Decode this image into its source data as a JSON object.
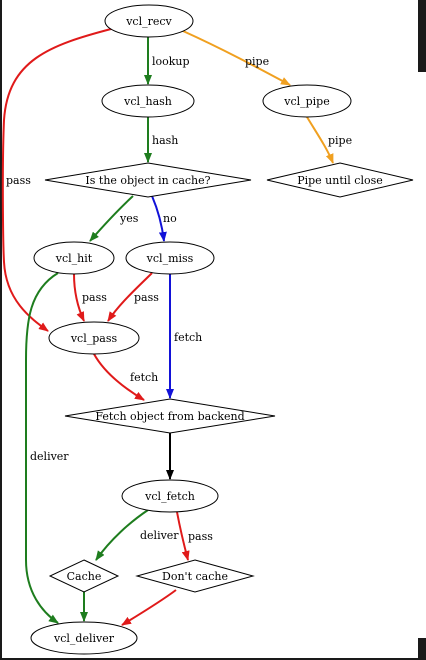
{
  "colors": {
    "green": "#1e7d1e",
    "red": "#e01a1a",
    "orange": "#f0a020",
    "blue": "#1212d8",
    "black": "#000000"
  },
  "nodes": [
    {
      "id": "vcl_recv",
      "label": "vcl_recv",
      "shape": "ellipse"
    },
    {
      "id": "vcl_hash",
      "label": "vcl_hash",
      "shape": "ellipse"
    },
    {
      "id": "vcl_pipe",
      "label": "vcl_pipe",
      "shape": "ellipse"
    },
    {
      "id": "cache_check",
      "label": "Is the object in cache?",
      "shape": "diamond"
    },
    {
      "id": "pipe_close",
      "label": "Pipe until close",
      "shape": "diamond"
    },
    {
      "id": "vcl_hit",
      "label": "vcl_hit",
      "shape": "ellipse"
    },
    {
      "id": "vcl_miss",
      "label": "vcl_miss",
      "shape": "ellipse"
    },
    {
      "id": "vcl_pass",
      "label": "vcl_pass",
      "shape": "ellipse"
    },
    {
      "id": "fetch_backend",
      "label": "Fetch object from backend",
      "shape": "diamond"
    },
    {
      "id": "vcl_fetch",
      "label": "vcl_fetch",
      "shape": "ellipse"
    },
    {
      "id": "cache",
      "label": "Cache",
      "shape": "diamond"
    },
    {
      "id": "dont_cache",
      "label": "Don't cache",
      "shape": "diamond"
    },
    {
      "id": "vcl_deliver",
      "label": "vcl_deliver",
      "shape": "ellipse"
    }
  ],
  "edges": [
    {
      "id": "recv-hash",
      "from": "vcl_recv",
      "to": "vcl_hash",
      "label": "lookup",
      "color": "green"
    },
    {
      "id": "recv-pipe",
      "from": "vcl_recv",
      "to": "vcl_pipe",
      "label": "pipe",
      "color": "orange"
    },
    {
      "id": "recv-pass",
      "from": "vcl_recv",
      "to": "vcl_pass",
      "label": "pass",
      "color": "red"
    },
    {
      "id": "hash-check",
      "from": "vcl_hash",
      "to": "cache_check",
      "label": "hash",
      "color": "green"
    },
    {
      "id": "pipe-close",
      "from": "vcl_pipe",
      "to": "pipe_close",
      "label": "pipe",
      "color": "orange"
    },
    {
      "id": "check-hit",
      "from": "cache_check",
      "to": "vcl_hit",
      "label": "yes",
      "color": "green"
    },
    {
      "id": "check-miss",
      "from": "cache_check",
      "to": "vcl_miss",
      "label": "no",
      "color": "blue"
    },
    {
      "id": "hit-pass",
      "from": "vcl_hit",
      "to": "vcl_pass",
      "label": "pass",
      "color": "red"
    },
    {
      "id": "miss-pass",
      "from": "vcl_miss",
      "to": "vcl_pass",
      "label": "pass",
      "color": "red"
    },
    {
      "id": "miss-fetch",
      "from": "vcl_miss",
      "to": "fetch_backend",
      "label": "fetch",
      "color": "blue"
    },
    {
      "id": "pass-fetch",
      "from": "vcl_pass",
      "to": "fetch_backend",
      "label": "fetch",
      "color": "red"
    },
    {
      "id": "hit-deliver",
      "from": "vcl_hit",
      "to": "vcl_deliver",
      "label": "deliver",
      "color": "green"
    },
    {
      "id": "backend-fetch",
      "from": "fetch_backend",
      "to": "vcl_fetch",
      "label": "",
      "color": "black"
    },
    {
      "id": "fetch-cache",
      "from": "vcl_fetch",
      "to": "cache",
      "label": "deliver",
      "color": "green"
    },
    {
      "id": "fetch-dontcache",
      "from": "vcl_fetch",
      "to": "dont_cache",
      "label": "pass",
      "color": "red"
    },
    {
      "id": "cache-deliver",
      "from": "cache",
      "to": "vcl_deliver",
      "label": "",
      "color": "green"
    },
    {
      "id": "dontcache-deliver",
      "from": "dont_cache",
      "to": "vcl_deliver",
      "label": "",
      "color": "red"
    }
  ]
}
